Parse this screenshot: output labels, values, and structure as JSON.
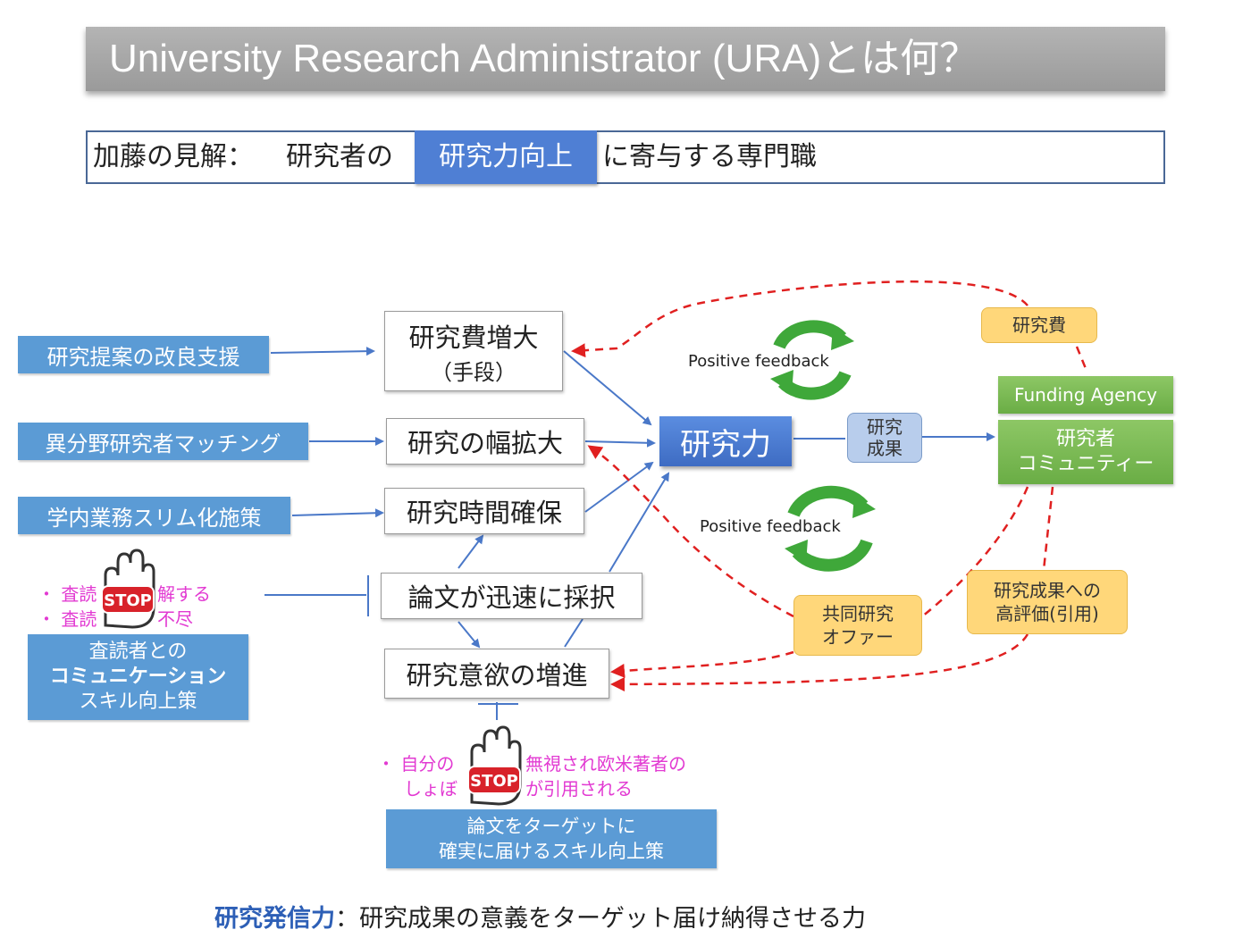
{
  "title": "University Research Administrator (URA)とは何？",
  "definition": {
    "prefix": "加藤の見解：",
    "before": "研究者の",
    "highlight": "研究力向上",
    "after": "に寄与する専門職"
  },
  "left_supports": [
    "研究提案の改良支援",
    "異分野研究者マッチング",
    "学内業務スリム化施策"
  ],
  "stop_left": {
    "bullet1": "・ 査読",
    "bullet1_tail": "解する",
    "bullet2": "・ 査読",
    "bullet2_tail": "不尽",
    "action_l1": "査読者との",
    "action_l2": "コミュニケーション",
    "action_l3": "スキル向上策"
  },
  "stop_bottom": {
    "bullet1": "・ 自分の",
    "bullet1_tail": "無視され欧米著者の",
    "bullet2": "しょぼ",
    "bullet2_tail": "が引用される",
    "action_l1": "論文をターゲットに",
    "action_l2": "確実に届けるスキル向上策"
  },
  "stop_sign_text": "STOP",
  "factors": {
    "funding": "研究費増大",
    "funding_sub": "（手段）",
    "breadth": "研究の幅拡大",
    "time": "研究時間確保",
    "acceptance": "論文が迅速に採択",
    "motivation": "研究意欲の増進"
  },
  "core": "研究力",
  "outcome_l1": "研究",
  "outcome_l2": "成果",
  "agency": "Funding Agency",
  "community_l1": "研究者",
  "community_l2": "コミュニティー",
  "feedback_labels": {
    "funds": "研究費",
    "collab_l1": "共同研究",
    "collab_l2": "オファー",
    "eval_l1": "研究成果への",
    "eval_l2": "高評価(引用)"
  },
  "positive_feedback": "Positive feedback",
  "footer": {
    "key": "研究発信力",
    "rest": "：研究成果の意義をターゲット届け納得させる力"
  },
  "colors": {
    "arrow_blue": "#4a78c8",
    "dashed_red": "#e02020",
    "cycle_green": "#3fa83a"
  }
}
